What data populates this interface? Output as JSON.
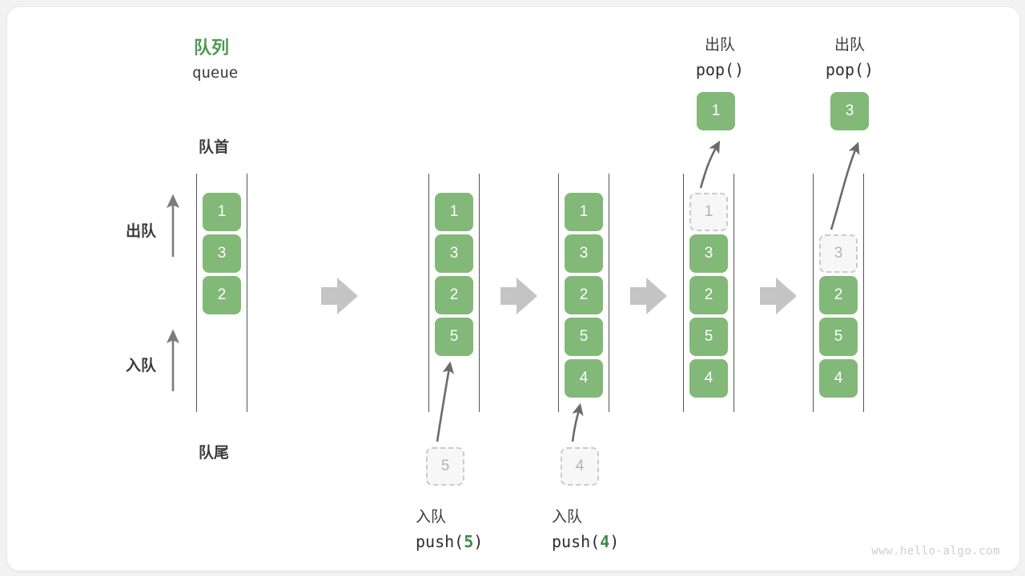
{
  "diagram": {
    "title_cn": "队列",
    "title_en": "queue",
    "front_label": "队首",
    "rear_label": "队尾",
    "dequeue_label": "出队",
    "enqueue_label": "入队",
    "watermark": "www.hello-algo.com",
    "accent_color": "#4e9a51",
    "element_color": "#82b878",
    "ghost_color": "#c9c9c9",
    "arrow_color": "#bfbfbf"
  },
  "panels": [
    {
      "id": "initial",
      "items": [
        {
          "value": "1",
          "state": "solid"
        },
        {
          "value": "3",
          "state": "solid"
        },
        {
          "value": "2",
          "state": "solid"
        }
      ]
    },
    {
      "id": "push-5",
      "items": [
        {
          "value": "1",
          "state": "solid"
        },
        {
          "value": "3",
          "state": "solid"
        },
        {
          "value": "2",
          "state": "solid"
        },
        {
          "value": "5",
          "state": "solid"
        }
      ],
      "incoming": {
        "value": "5",
        "state": "ghost"
      },
      "op_cn": "入队",
      "op_code_prefix": "push(",
      "op_code_value": "5",
      "op_code_suffix": ")"
    },
    {
      "id": "push-4",
      "items": [
        {
          "value": "1",
          "state": "solid"
        },
        {
          "value": "3",
          "state": "solid"
        },
        {
          "value": "2",
          "state": "solid"
        },
        {
          "value": "5",
          "state": "solid"
        },
        {
          "value": "4",
          "state": "solid"
        }
      ],
      "incoming": {
        "value": "4",
        "state": "ghost"
      },
      "op_cn": "入队",
      "op_code_prefix": "push(",
      "op_code_value": "4",
      "op_code_suffix": ")"
    },
    {
      "id": "pop-1",
      "items": [
        {
          "value": "1",
          "state": "ghost"
        },
        {
          "value": "3",
          "state": "solid"
        },
        {
          "value": "2",
          "state": "solid"
        },
        {
          "value": "5",
          "state": "solid"
        },
        {
          "value": "4",
          "state": "solid"
        }
      ],
      "popped": {
        "value": "1",
        "state": "solid"
      },
      "op_cn": "出队",
      "op_code": "pop()"
    },
    {
      "id": "pop-3",
      "items": [
        {
          "value": "3",
          "state": "ghost"
        },
        {
          "value": "2",
          "state": "solid"
        },
        {
          "value": "5",
          "state": "solid"
        },
        {
          "value": "4",
          "state": "solid"
        }
      ],
      "popped": {
        "value": "3",
        "state": "solid"
      },
      "op_cn": "出队",
      "op_code": "pop()"
    }
  ],
  "transitions": [
    "step-arrow",
    "step-arrow",
    "step-arrow",
    "step-arrow"
  ]
}
